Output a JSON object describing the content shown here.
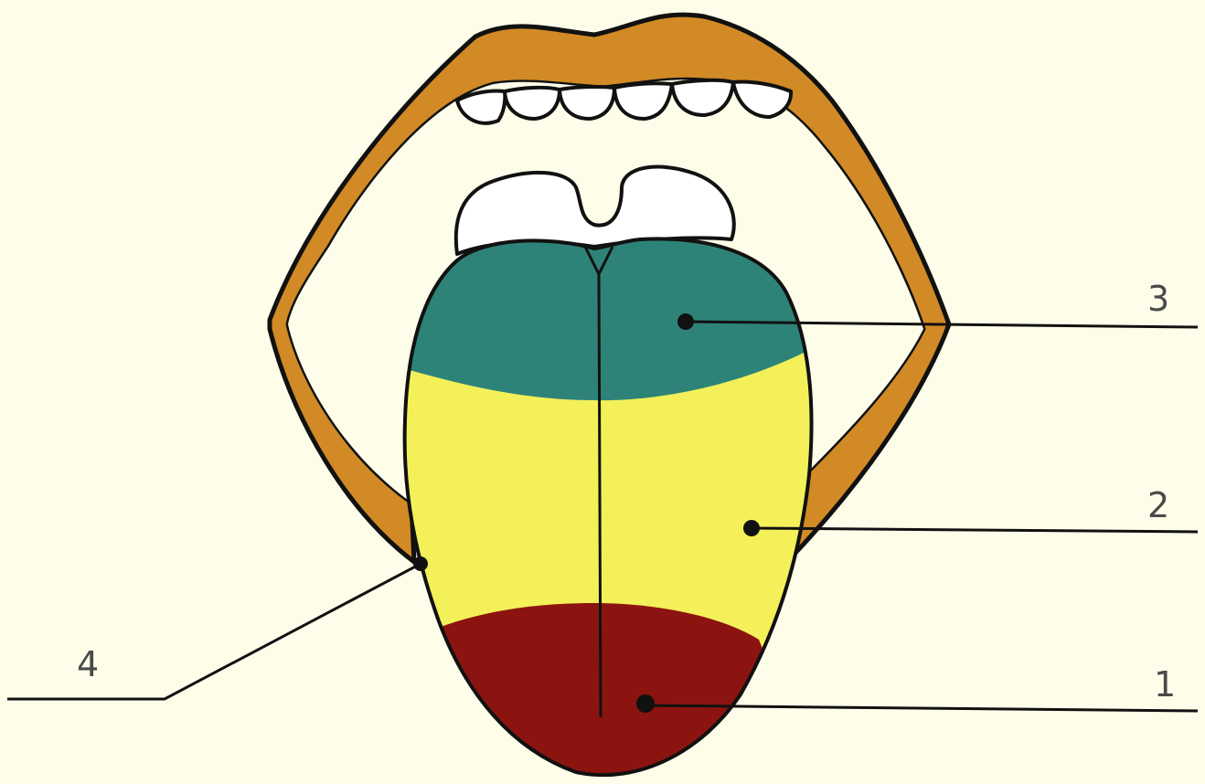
{
  "diagram": {
    "labels": [
      {
        "id": "1",
        "text": "1",
        "region": "tip"
      },
      {
        "id": "2",
        "text": "2",
        "region": "sides"
      },
      {
        "id": "3",
        "text": "3",
        "region": "back"
      },
      {
        "id": "4",
        "text": "4",
        "region": "edge"
      }
    ],
    "colors": {
      "background": "#fdfde9",
      "lips": "#d18a25",
      "outline": "#111111",
      "tongue_back": "#2e8378",
      "tongue_middle": "#f3f05a",
      "tongue_tip": "#8c1410",
      "teeth": "#ffffff",
      "label_text": "#4a4a4a"
    }
  }
}
